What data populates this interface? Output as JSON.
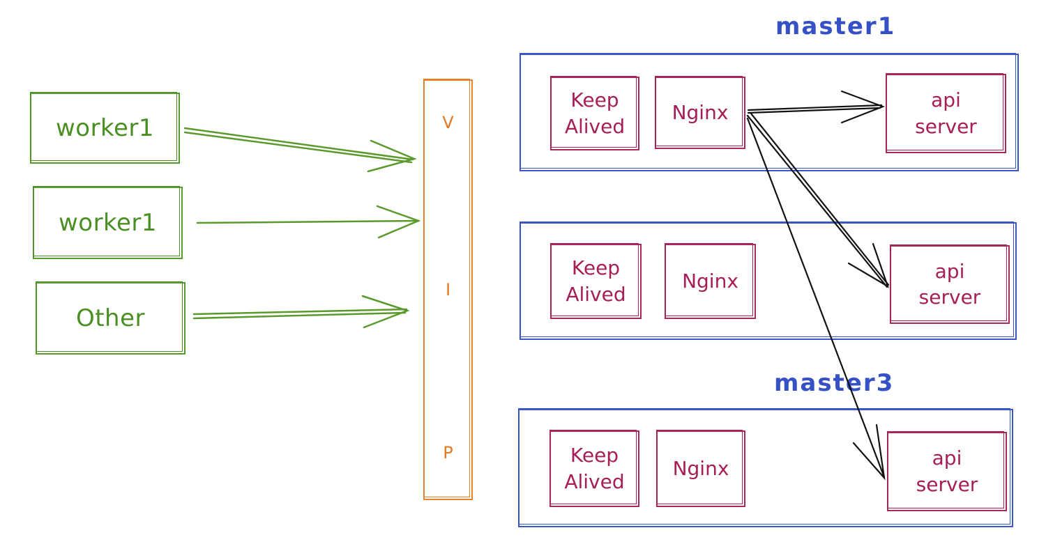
{
  "clients": [
    {
      "label": "worker1"
    },
    {
      "label": "worker1"
    },
    {
      "label": "Other"
    }
  ],
  "vip": {
    "letters": [
      "V",
      "I",
      "P"
    ]
  },
  "masters": [
    {
      "title": "master1",
      "keepalived": "Keep\nAlived",
      "nginx": "Nginx",
      "api": "api\nserver"
    },
    {
      "title": "",
      "keepalived": "Keep\nAlived",
      "nginx": "Nginx",
      "api": "api\nserver"
    },
    {
      "title": "master3",
      "keepalived": "Keep\nAlived",
      "nginx": "Nginx",
      "api": "api\nserver"
    }
  ],
  "colors": {
    "client": "#5a9a2c",
    "vip": "#e6862e",
    "master": "#3c55c8",
    "component": "#a8285a",
    "route": "#111111"
  }
}
